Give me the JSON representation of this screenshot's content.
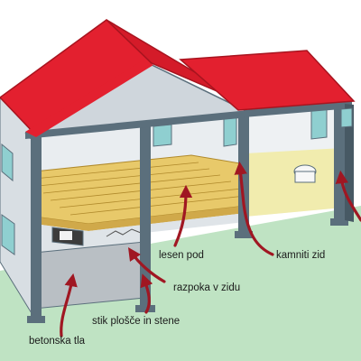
{
  "labels": {
    "wooden_floor": "lesen pod",
    "stone_wall": "kamniti zid",
    "wall_crack": "razpoka v zidu",
    "slab_wall_joint": "stik plošče in stene",
    "concrete_ground": "betonska tla"
  },
  "colors": {
    "roof": "#e3202f",
    "wall_front": "#cfd6dc",
    "wall_side": "#e9edf0",
    "frame": "#5b6f7c",
    "floor_wood": "#e8c96a",
    "floor_light": "#f1ecae",
    "ground": "#bfe3c3",
    "concrete": "#b9bfc4",
    "window": "#8fcfd0",
    "arrow": "#a01722"
  }
}
